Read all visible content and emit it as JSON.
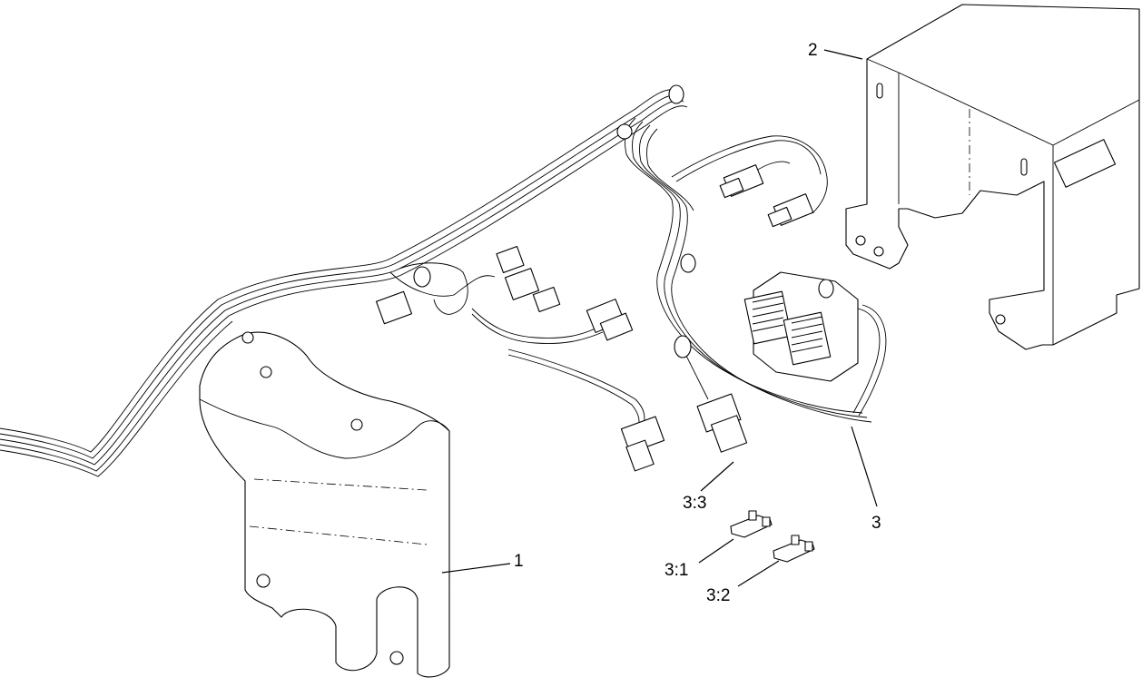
{
  "callouts": {
    "c1": "1",
    "c2": "2",
    "c3": "3",
    "c3_1": "3:1",
    "c3_2": "3:2",
    "c3_3": "3:3"
  },
  "colors": {
    "line": "#000000",
    "background": "#ffffff"
  }
}
